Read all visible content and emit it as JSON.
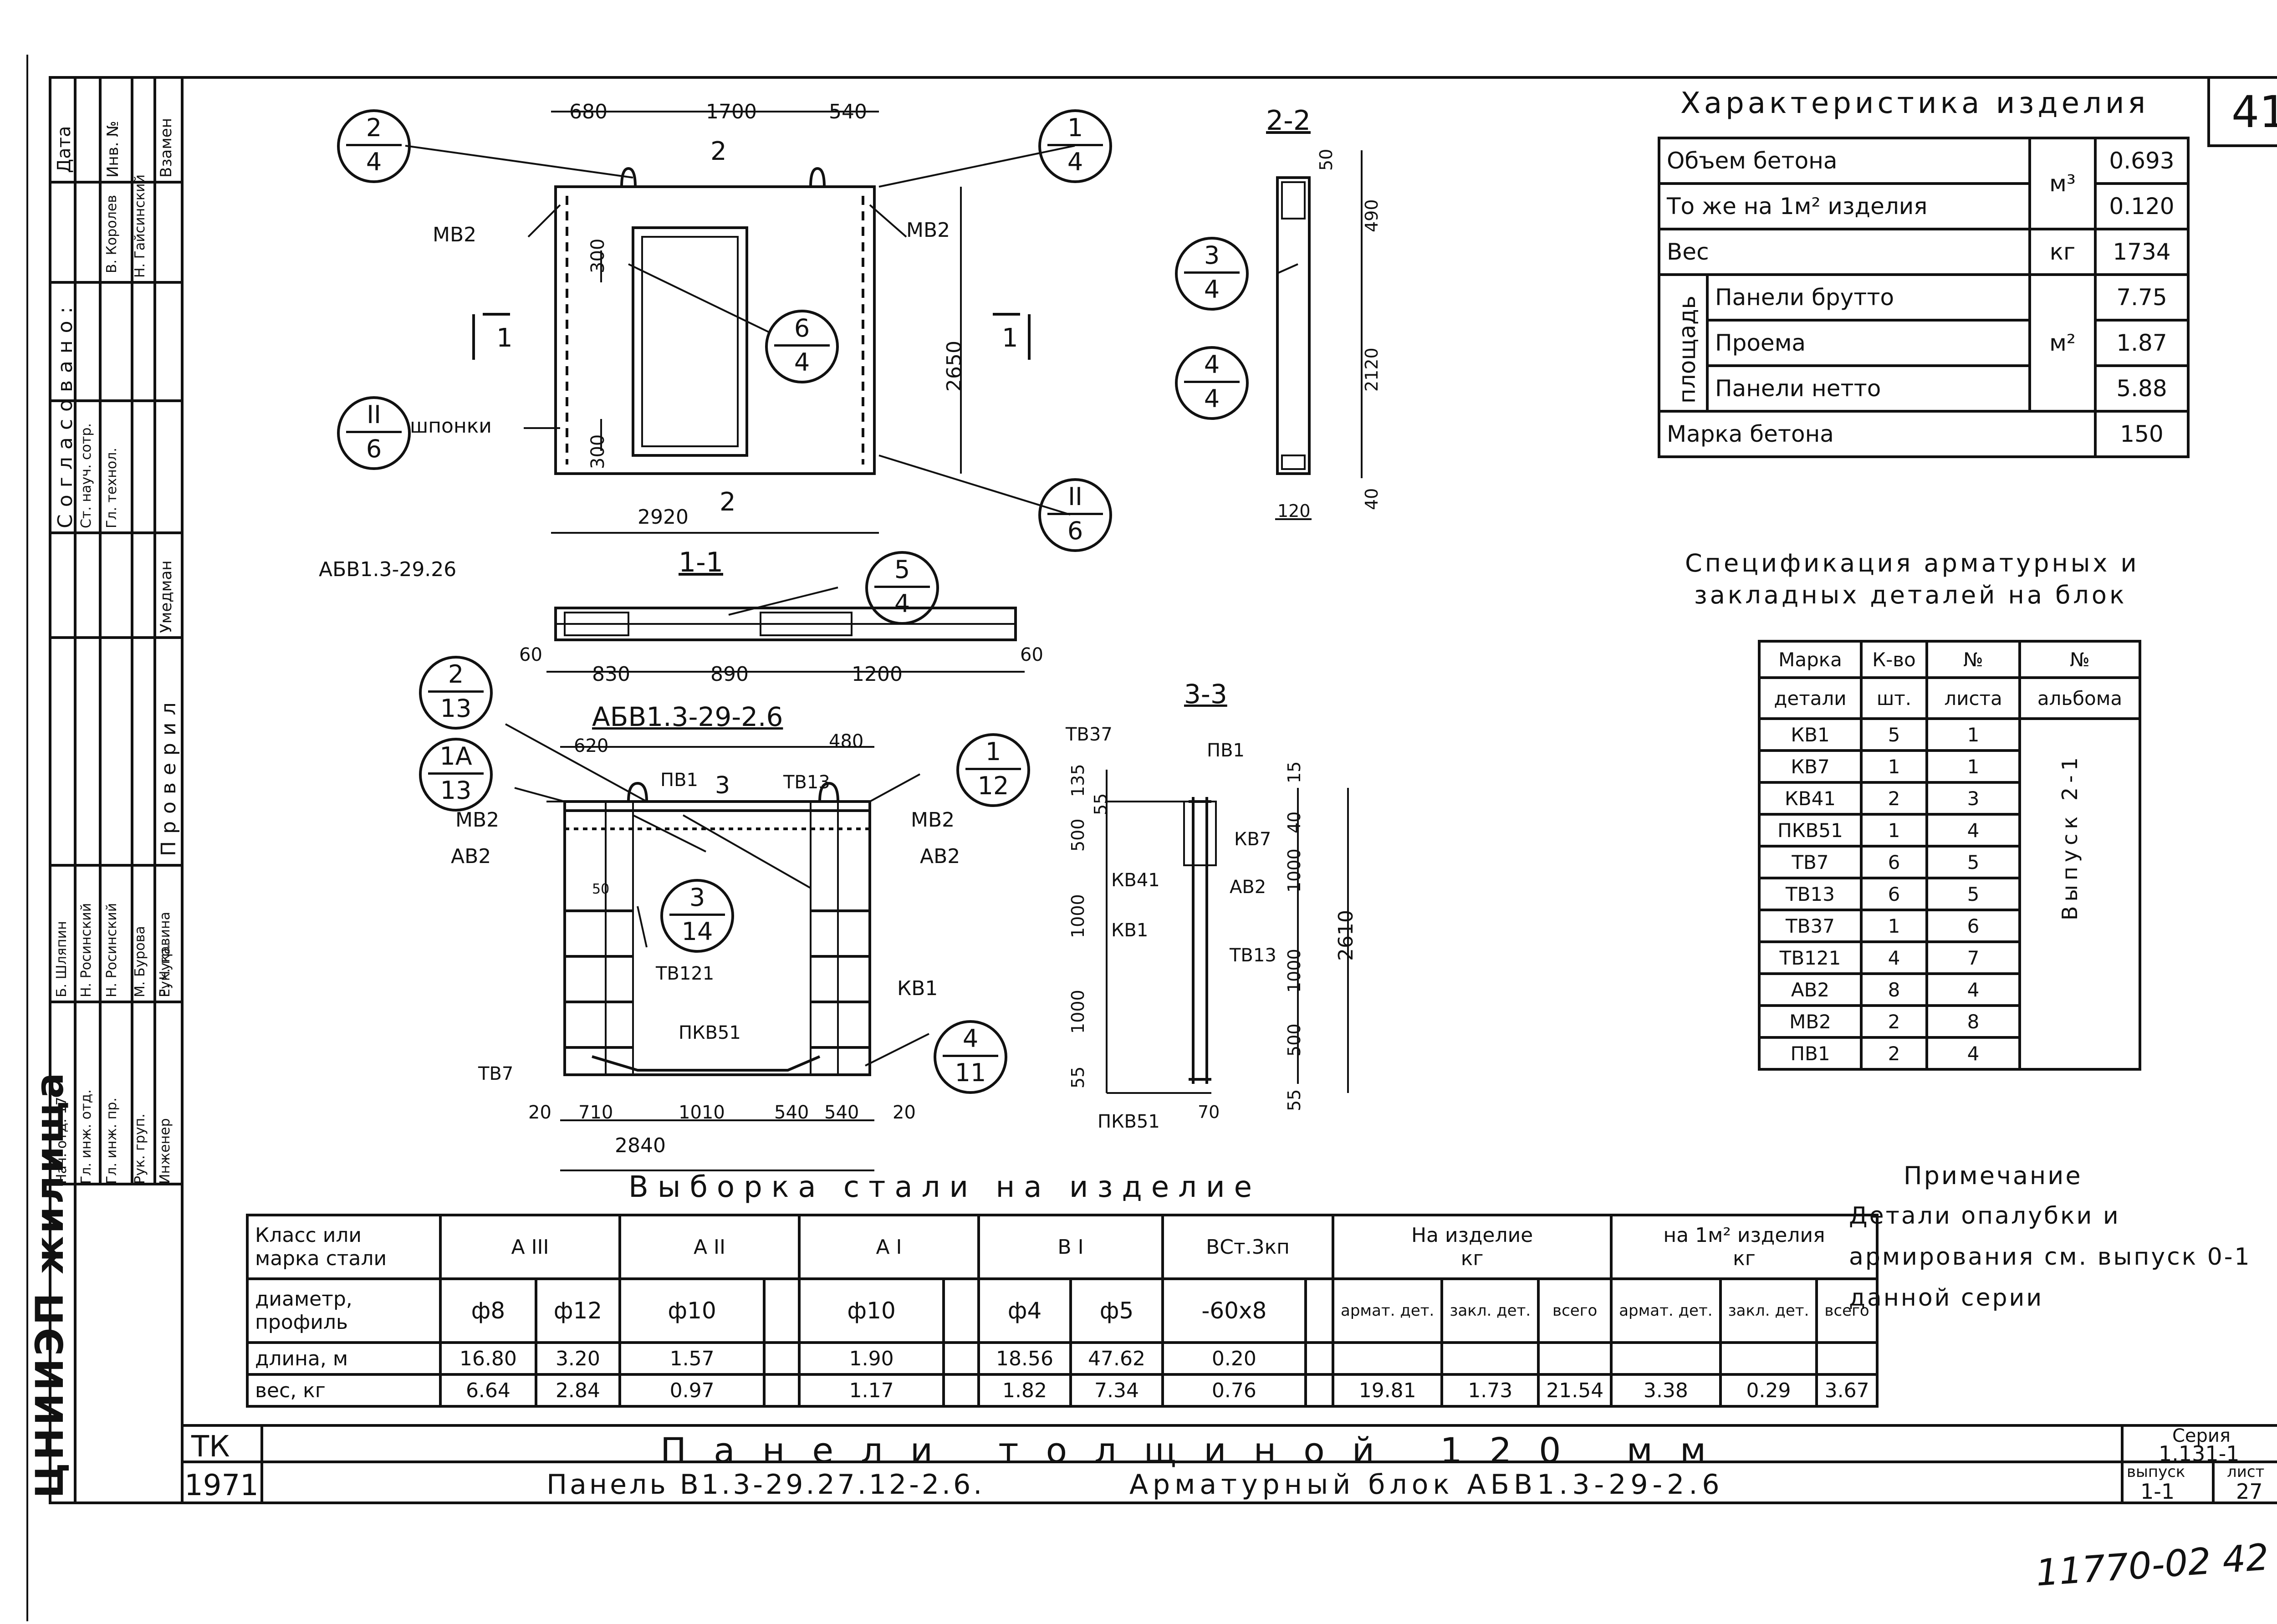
{
  "page_number": "41",
  "corner_stamp": "11770-02 42",
  "characteristics": {
    "title": "Характеристика изделия",
    "rows": {
      "volume_label": "Объем бетона",
      "volume_value": "0.693",
      "per_m2_label": "То же на 1м² изделия",
      "per_m2_value": "0.120",
      "volume_unit": "м³",
      "weight_label": "Вес",
      "weight_unit": "кг",
      "weight_value": "1734",
      "area_group": "площадь",
      "gross_label": "Панели брутто",
      "gross_value": "7.75",
      "opening_label": "Проема",
      "opening_value": "1.87",
      "net_label": "Панели нетто",
      "net_value": "5.88",
      "area_unit": "м²",
      "grade_label": "Марка бетона",
      "grade_value": "150"
    }
  },
  "spec": {
    "title_line1": "Спецификация арматурных и",
    "title_line2": "закладных деталей на блок",
    "headers": {
      "mark1": "Марка",
      "mark2": "детали",
      "qty1": "К-во",
      "qty2": "шт.",
      "sheet1": "№",
      "sheet2": "листа",
      "album1": "№",
      "album2": "альбома"
    },
    "album_value": "Выпуск 2-1",
    "rows": [
      {
        "mark": "КВ1",
        "qty": "5",
        "sheet": "1"
      },
      {
        "mark": "КВ7",
        "qty": "1",
        "sheet": "1"
      },
      {
        "mark": "КВ41",
        "qty": "2",
        "sheet": "3"
      },
      {
        "mark": "ПКВ51",
        "qty": "1",
        "sheet": "4"
      },
      {
        "mark": "ТВ7",
        "qty": "6",
        "sheet": "5"
      },
      {
        "mark": "ТВ13",
        "qty": "6",
        "sheet": "5"
      },
      {
        "mark": "ТВ37",
        "qty": "1",
        "sheet": "6"
      },
      {
        "mark": "ТВ121",
        "qty": "4",
        "sheet": "7"
      },
      {
        "mark": "АВ2",
        "qty": "8",
        "sheet": "4"
      },
      {
        "mark": "МВ2",
        "qty": "2",
        "sheet": "8"
      },
      {
        "mark": "ПВ1",
        "qty": "2",
        "sheet": "4"
      }
    ]
  },
  "note": {
    "title": "Примечание",
    "line1": "Детали опалубки и",
    "line2": "армирования см. выпуск 0-1",
    "line3": "данной серии"
  },
  "steel": {
    "title": "Выборка стали на изделие",
    "class_label1": "Класс или",
    "class_label2": "марка стали",
    "classes": [
      "А III",
      "А II",
      "А I",
      "В I",
      "ВСт.3кп"
    ],
    "per_item1": "На изделие",
    "per_item2": "кг",
    "per_m21": "на 1м² изделия",
    "per_m22": "кг",
    "diam_label1": "диаметр,",
    "diam_label2": "профиль",
    "diameters": [
      "ф8",
      "ф12",
      "ф10",
      "",
      "ф10",
      "",
      "ф4",
      "ф5",
      "-60х8",
      ""
    ],
    "sub_heads": [
      "армат. дет.",
      "закл. дет.",
      "всего",
      "армат. дет.",
      "закл. дет.",
      "всего"
    ],
    "length_label": "длина, м",
    "lengths": [
      "16.80",
      "3.20",
      "1.57",
      "",
      "1.90",
      "",
      "18.56",
      "47.62",
      "0.20",
      ""
    ],
    "weight_label": "вес, кг",
    "weights": [
      "6.64",
      "2.84",
      "0.97",
      "",
      "1.17",
      "",
      "1.82",
      "7.34",
      "0.76",
      ""
    ],
    "totals": [
      "19.81",
      "1.73",
      "21.54",
      "3.38",
      "0.29",
      "3.67"
    ]
  },
  "title_block": {
    "tk": "ТК",
    "year": "1971",
    "main_title": "Панели толщиной 120 мм",
    "subtitle_left": "Панель В1.3-29.27.12-2.6.",
    "subtitle_right": "Арматурный блок АБВ1.3-29-2.6",
    "series_label": "Серия",
    "series_value": "1.131-1",
    "issue_label": "выпуск",
    "issue_value": "1-1",
    "sheet_label": "лист",
    "sheet_value": "27"
  },
  "sidebar": {
    "date": "Дата",
    "inv": "Инв. №",
    "replace": "Взамен",
    "agreed": "Согласовано:",
    "sci": "Ст. науч. сотр.",
    "sci_name": "В. Королев",
    "tech": "Гл. технол.",
    "tech_name": "Н. Гайсинский",
    "checked": "Проверил",
    "chk_role": "Рук. гр.",
    "chk_name": "Умедман",
    "roles": [
      "Нач. отд. 17",
      "Гл. инж. отд.",
      "Гл. инж. пр.",
      "Рук. груп.",
      "Инженер"
    ],
    "names": [
      "Б. Шляпин",
      "Н. Росинский",
      "Н. Росинский",
      "М. Бурова",
      "Е. Чукавина"
    ],
    "org": "ЦНИИЭП жилища"
  },
  "drawing": {
    "elev_dims": [
      "680",
      "1700",
      "540",
      "2650",
      "2920",
      "300",
      "300"
    ],
    "elev_labels": [
      "МВ2",
      "МВ2",
      "шпонки"
    ],
    "callouts": [
      {
        "top": "2",
        "bottom": "4"
      },
      {
        "top": "1",
        "bottom": "4"
      },
      {
        "top": "6",
        "bottom": "4"
      },
      {
        "top": "II",
        "bottom": "6"
      },
      {
        "top": "II",
        "bottom": "6"
      },
      {
        "top": "3",
        "bottom": "4"
      },
      {
        "top": "4",
        "bottom": "4"
      },
      {
        "top": "5",
        "bottom": "4"
      },
      {
        "top": "2",
        "bottom": "13"
      },
      {
        "top": "1А",
        "bottom": "13"
      },
      {
        "top": "1",
        "bottom": "12"
      },
      {
        "top": "3",
        "bottom": "14"
      },
      {
        "top": "4",
        "bottom": "11"
      }
    ],
    "section_marks": [
      "1",
      "1",
      "2",
      "2"
    ],
    "sec22": {
      "title": "2-2",
      "dims": [
        "50",
        "490",
        "2120",
        "40",
        "120"
      ]
    },
    "sec11": {
      "title": "1-1",
      "label": "АБВ1.3-29.26",
      "dims": [
        "60",
        "830",
        "890",
        "1200",
        "60"
      ]
    },
    "block": {
      "title": "АБВ1.3-29-2.6",
      "top_dims": [
        "620",
        "480"
      ],
      "labels": [
        "ПВ1",
        "ТВ13",
        "МВ2",
        "АВ2",
        "МВ2",
        "АВ2",
        "ТВ121",
        "КВ1",
        "ПКВ51",
        "ТВ7"
      ],
      "small_dim": "50",
      "section_mark": "3",
      "bottom_dims": [
        "20",
        "710",
        "1010",
        "540",
        "540",
        "20"
      ],
      "total": "2840"
    },
    "sec33": {
      "title": "3-3",
      "labels": [
        "ТВ37",
        "ПВ1",
        "КВ7",
        "КВ41",
        "АВ2",
        "КВ1",
        "ТВ13",
        "ПКВ51"
      ],
      "left_dims": [
        "135",
        "55",
        "500",
        "1000",
        "1000",
        "55"
      ],
      "right_dims": [
        "15",
        "40",
        "1000",
        "1000",
        "500",
        "55",
        "2610"
      ],
      "bottom": "70"
    }
  }
}
